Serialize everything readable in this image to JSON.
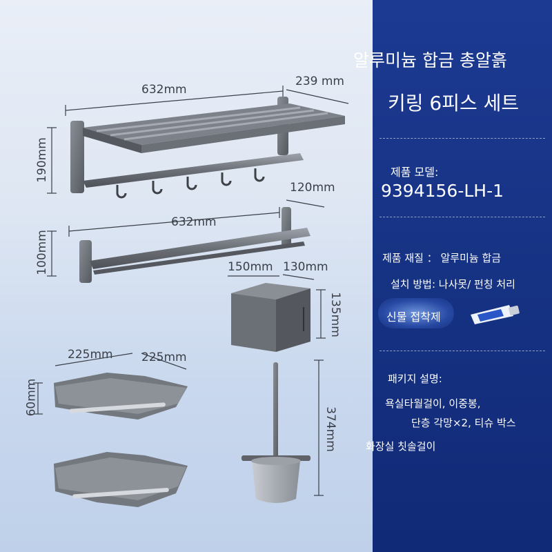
{
  "title": {
    "line1": "알루미늄 합금 총알흙",
    "line2": "키링 6피스 세트"
  },
  "model": {
    "label": "제품 모델:",
    "value": "9394156-LH-1"
  },
  "material": "제품 재질 ： 알루미늄 합금",
  "install": "설치 방법: 나사못/ 펀칭 처리",
  "glue": "신물 접착제",
  "package": {
    "label": "패키지 설명:",
    "line1": "욕실타월걸이, 이중봉,",
    "line2": "단층 각망×2, 티슈 박스",
    "line3": "화장실 칫솔걸이"
  },
  "dimensions": {
    "rack_width": "632mm",
    "rack_depth": "239 mm",
    "rack_height": "190mm",
    "bar_width": "632mm",
    "bar_depth": "120mm",
    "bar_height": "100mm",
    "tissue_width": "150mm",
    "tissue_depth": "130mm",
    "tissue_height": "135mm",
    "shelf_side1": "225mm",
    "shelf_side2": "225mm",
    "shelf_height": "60mm",
    "brush_height": "374mm"
  },
  "colors": {
    "panel": "#163283",
    "metal": "#6b6f76",
    "metal_light": "#9ea3ab",
    "dim_line": "#3a3f48"
  }
}
